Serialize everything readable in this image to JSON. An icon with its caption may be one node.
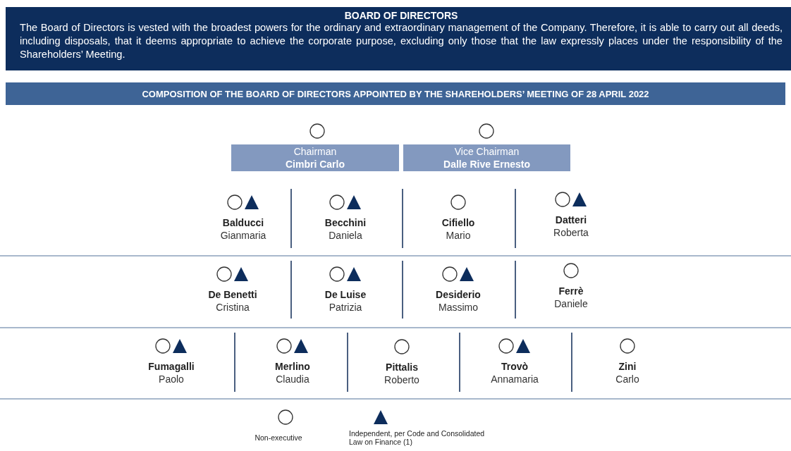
{
  "diagram": {
    "title": "BOARD OF DIRECTORS",
    "nodes": [
      {
        "text": [],
        "shape": "circle"
      },
      {
        "text": [],
        "shape": "circle"
      },
      {
        "text": [
          "Chairman",
          "Cimbri Carlo"
        ]
      },
      {
        "text": [
          "Vice Chairman",
          "Dalle Rive Ernesto"
        ]
      },
      {
        "text": [
          "Balducci",
          "Gianmaria"
        ]
      },
      {
        "text": [],
        "shape": "circle",
        "in": 4
      },
      {
        "text": [],
        "shape": "triangle",
        "in": 4
      },
      {
        "text": [
          "Becchini",
          "Daniela"
        ]
      },
      {
        "text": [],
        "shape": "circle",
        "in": 7
      },
      {
        "text": [],
        "shape": "triangle",
        "in": 7
      },
      {
        "text": [
          "Cifiello",
          "Mario"
        ]
      },
      {
        "text": [],
        "shape": "circle",
        "in": 10
      },
      {
        "text": [
          "Datteri",
          "Roberta"
        ]
      },
      {
        "text": [],
        "shape": "circle",
        "in": 12
      },
      {
        "text": [],
        "shape": "triangle",
        "in": 12
      },
      {
        "text": [
          "De Benetti",
          "Cristina"
        ]
      },
      {
        "text": [],
        "shape": "circle",
        "in": 15
      },
      {
        "text": [],
        "shape": "triangle",
        "in": 15
      },
      {
        "text": [
          "De Luise",
          "Patrizia"
        ]
      },
      {
        "text": [],
        "shape": "circle",
        "in": 18
      },
      {
        "text": [],
        "shape": "triangle",
        "in": 18
      },
      {
        "text": [
          "Desiderio",
          "Massimo"
        ]
      },
      {
        "text": [],
        "shape": "circle",
        "in": 21
      },
      {
        "text": [],
        "shape": "triangle",
        "in": 21
      },
      {
        "text": [
          "Ferrè",
          "Daniele"
        ]
      },
      {
        "text": [],
        "shape": "circle",
        "in": 24
      },
      {
        "text": [
          "Fumagalli",
          "Paolo"
        ]
      },
      {
        "text": [],
        "shape": "circle",
        "in": 26
      },
      {
        "text": [],
        "shape": "triangle",
        "in": 26
      },
      {
        "text": [
          "Merlino",
          "Claudia"
        ]
      },
      {
        "text": [],
        "shape": "circle",
        "in": 29
      },
      {
        "text": [],
        "shape": "triangle",
        "in": 29
      },
      {
        "text": [
          "Pittalis",
          "Roberto"
        ]
      },
      {
        "text": [],
        "shape": "circle",
        "in": 32
      },
      {
        "text": [
          "Trovò",
          "Annamaria"
        ]
      },
      {
        "text": [],
        "shape": "circle",
        "in": 34
      },
      {
        "text": [],
        "shape": "triangle",
        "in": 34
      },
      {
        "text": [
          "Zini",
          "Carlo"
        ]
      },
      {
        "text": [],
        "shape": "circle",
        "in": 37
      }
    ],
    "labels": [
      "The Board of Directors is vested with the broadest powers for the ordinary and extraordinary management of the Company. Therefore, it is able to carry out all deeds, including disposals, that it deems appropriate to achieve the corporate purpose, excluding only those that the law expressly places under the responsibility of the Shareholders’ Meeting.",
      "COMPOSITION OF THE BOARD OF DIRECTORS APPOINTED BY THE SHAREHOLDERS’ MEETING OF 28 APRIL 2022"
    ],
    "legend": [
      {
        "text": "Non-executive"
      },
      {
        "text": "Independent, per Code and Consolidated Law on Finance (1)"
      }
    ]
  }
}
